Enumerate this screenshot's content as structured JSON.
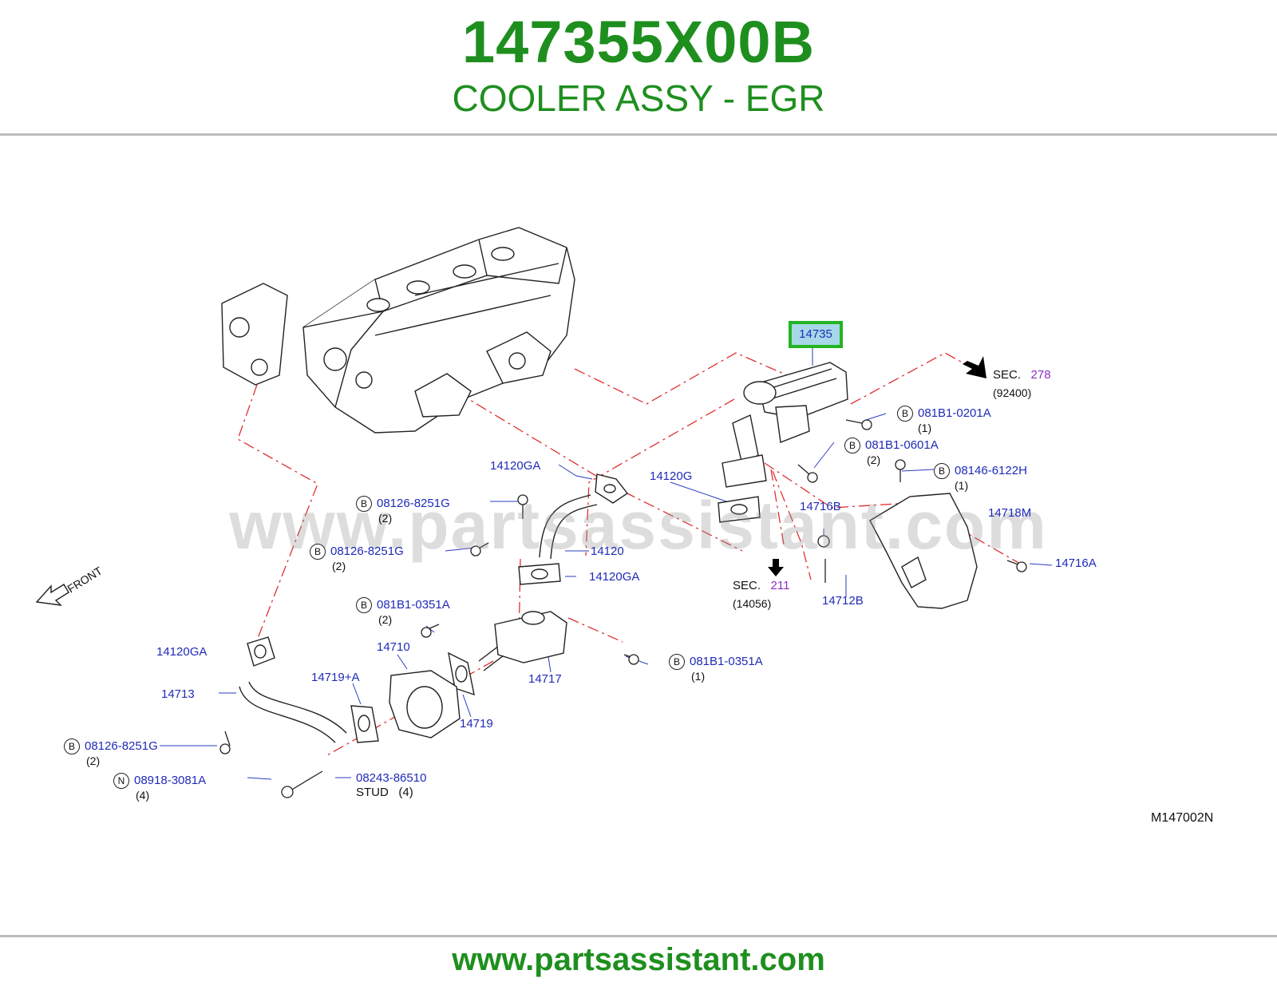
{
  "header": {
    "part_number": "147355X00B",
    "part_name": "COOLER ASSY - EGR"
  },
  "footer": {
    "url": "www.partsassistant.com"
  },
  "watermark": "www.partsassistant.com",
  "diagram": {
    "highlighted_part": "14735",
    "front_label": "FRONT",
    "diagram_id": "M147002N",
    "sections": [
      {
        "sec": "SEC.",
        "num": "278",
        "ref": "(92400)"
      },
      {
        "sec": "SEC.",
        "num": "211",
        "ref": "(14056)"
      }
    ],
    "callouts": [
      {
        "badge": "B",
        "code": "081B1-0201A",
        "qty": "(1)"
      },
      {
        "badge": "B",
        "code": "081B1-0601A",
        "qty": "(2)"
      },
      {
        "badge": "B",
        "code": "08146-6122H",
        "qty": "(1)"
      },
      {
        "badge": "",
        "code": "14120GA",
        "qty": ""
      },
      {
        "badge": "",
        "code": "14120G",
        "qty": ""
      },
      {
        "badge": "B",
        "code": "08126-8251G",
        "qty": "(2)"
      },
      {
        "badge": "B",
        "code": "08126-8251G",
        "qty": "(2)"
      },
      {
        "badge": "",
        "code": "14120",
        "qty": ""
      },
      {
        "badge": "",
        "code": "14120GA",
        "qty": ""
      },
      {
        "badge": "",
        "code": "14716B",
        "qty": ""
      },
      {
        "badge": "",
        "code": "14718M",
        "qty": ""
      },
      {
        "badge": "",
        "code": "14716A",
        "qty": ""
      },
      {
        "badge": "",
        "code": "14712B",
        "qty": ""
      },
      {
        "badge": "B",
        "code": "081B1-0351A",
        "qty": "(2)"
      },
      {
        "badge": "B",
        "code": "081B1-0351A",
        "qty": "(1)"
      },
      {
        "badge": "",
        "code": "14710",
        "qty": ""
      },
      {
        "badge": "",
        "code": "14717",
        "qty": ""
      },
      {
        "badge": "",
        "code": "14120GA",
        "qty": ""
      },
      {
        "badge": "",
        "code": "14719+A",
        "qty": ""
      },
      {
        "badge": "",
        "code": "14713",
        "qty": ""
      },
      {
        "badge": "",
        "code": "14719",
        "qty": ""
      },
      {
        "badge": "B",
        "code": "08126-8251G",
        "qty": "(2)"
      },
      {
        "badge": "N",
        "code": "08918-3081A",
        "qty": "(4)"
      },
      {
        "badge": "",
        "code": "08243-86510",
        "qty": ""
      }
    ],
    "stud_label": "STUD",
    "stud_qty": "(4)"
  },
  "colors": {
    "title_green": "#1e8f1e",
    "label_blue": "#1f2bb8",
    "section_purple": "#8a2ec4",
    "leader_red": "#e03030",
    "highlight_border": "#22b422",
    "highlight_fill": "#a8d8e8"
  }
}
